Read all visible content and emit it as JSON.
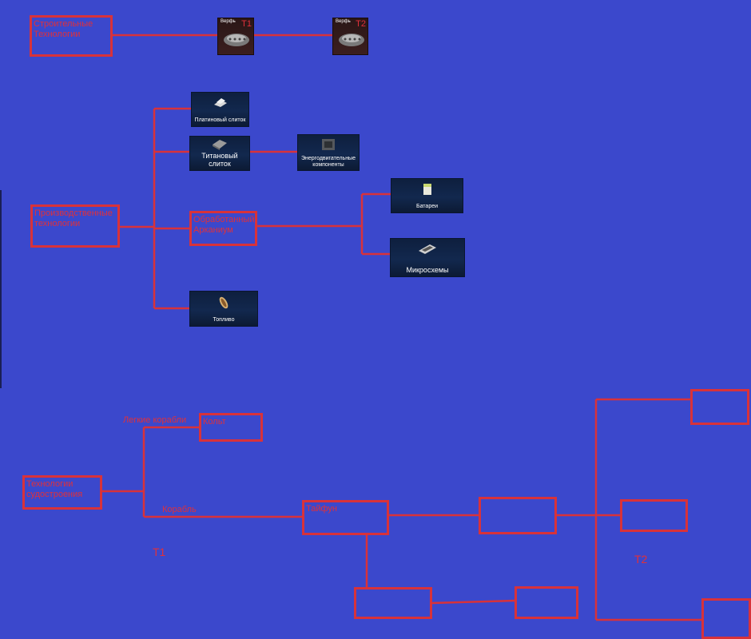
{
  "build_tech": {
    "title": "Строительные Технологии",
    "ship1": {
      "name": "Верфь",
      "tier": "T1"
    },
    "ship2": {
      "name": "Верфь",
      "tier": "T2"
    }
  },
  "production": {
    "title": "Производственные технологии",
    "processed": "Обработанный Арканиум",
    "items": {
      "platinum": "Платиновый слиток",
      "titanium": "Титановый слиток",
      "energy": "Энергодвигательные компоненты",
      "battery": "Батареи",
      "micro": "Микросхемы",
      "fuel": "Топливо"
    }
  },
  "shipbuilding": {
    "title": "Технологии судостроения",
    "light_ships": "Легкие корабли",
    "ship_branch": "Корабль",
    "kolt": "Кольт",
    "typhoon": "Тайфун",
    "tier1": "T1",
    "tier2": "T2"
  },
  "colors": {
    "background": "#3b48cc",
    "lines": "#d8323a",
    "text": "#e0303a"
  }
}
